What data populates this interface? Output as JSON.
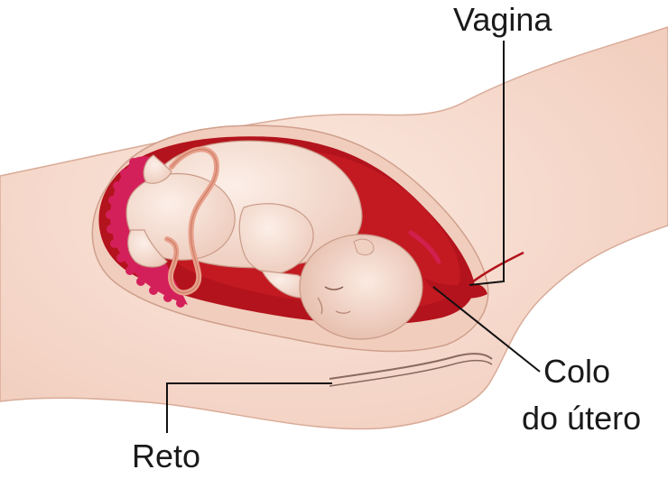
{
  "labels": {
    "vagina": "Vagina",
    "cervix_line1": "Colo",
    "cervix_line2": "do útero",
    "rectum": "Reto"
  },
  "colors": {
    "skin": "#f6d9cc",
    "skin_shadow": "#e8bfae",
    "uterus_wall": "#f3d2c4",
    "uterus_lining": "#b3131c",
    "placenta": "#d4205a",
    "baby_skin": "#f9e3d8",
    "baby_shadow": "#e7c2b2",
    "cord": "#e8a08a",
    "leader_line": "#111111"
  }
}
